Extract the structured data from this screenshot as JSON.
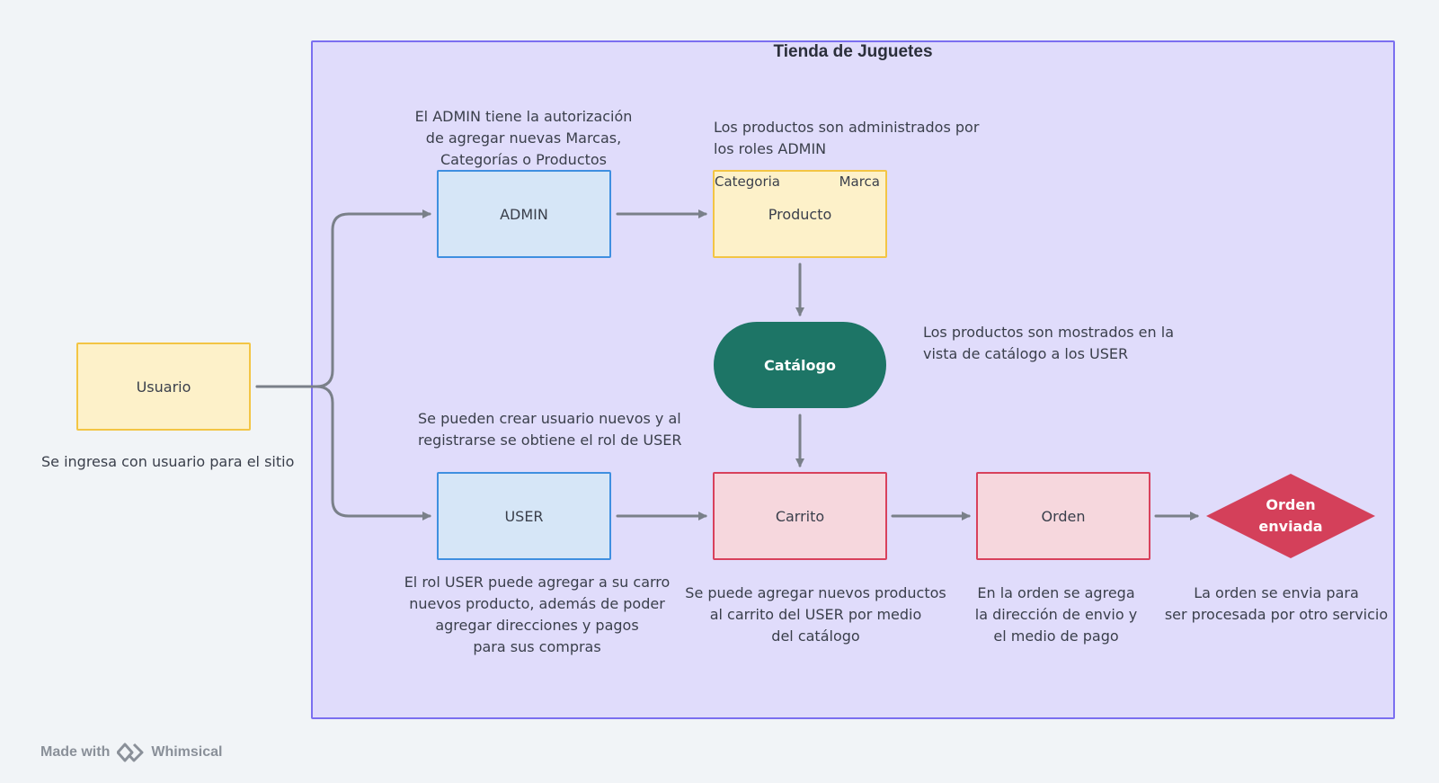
{
  "title": "Tienda de Juguetes",
  "nodes": {
    "usuario": "Usuario",
    "admin": "ADMIN",
    "producto": "Producto",
    "producto_categoria": "Categoria",
    "producto_marca": "Marca",
    "catalogo": "Catálogo",
    "user": "USER",
    "carrito": "Carrito",
    "orden": "Orden",
    "orden_enviada": [
      "Orden",
      "enviada"
    ]
  },
  "notes": {
    "usuario": "Se ingresa con usuario para el sitio",
    "admin": [
      "El ADMIN tiene la autorización",
      "de agregar nuevas Marcas,",
      "Categorías o Productos"
    ],
    "producto": [
      "Los productos son administrados por",
      "los roles ADMIN"
    ],
    "catalogo": [
      "Los productos son mostrados en la",
      "vista de catálogo a los USER"
    ],
    "user_top": [
      "Se pueden crear usuario nuevos y al",
      "registrarse se obtiene el rol de USER"
    ],
    "user_bottom": [
      "El rol USER puede agregar a su carro",
      "nuevos producto, además de poder",
      "agregar direcciones y pagos",
      "para sus compras"
    ],
    "carrito": [
      "Se puede agregar nuevos productos",
      "al carrito del USER por medio",
      "del catálogo"
    ],
    "orden": [
      "En la orden se agrega",
      "la dirección de envio y",
      "el medio de pago"
    ],
    "orden_enviada": [
      "La orden se envia para",
      "ser procesada por otro servicio"
    ]
  },
  "footer": {
    "made_with": "Made with",
    "brand": "Whimsical"
  },
  "colors": {
    "frame_bg": "#e0dcfb",
    "frame_border": "#7b6ff0",
    "connector": "#7a8089",
    "catalog": "#1d7566",
    "diamond": "#d4405a"
  }
}
